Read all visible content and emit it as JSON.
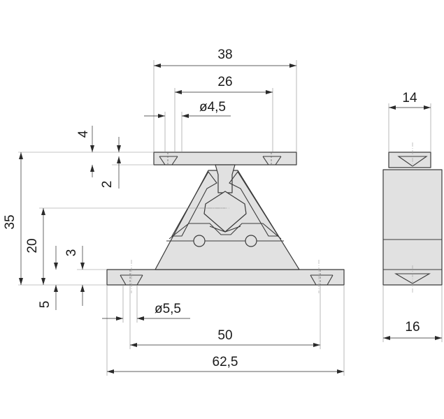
{
  "dimensions": {
    "width_top": "38",
    "hole_spacing_top": "26",
    "hole_dia_top": "ø4,5",
    "flange_top_thickness": "4",
    "countersink_depth": "2",
    "total_height": "35",
    "center_height": "20",
    "base_thickness": "3",
    "base_offset": "5",
    "hole_dia_base": "ø5,5",
    "hole_spacing_base": "50",
    "width_base": "62,5",
    "side_width_top": "14",
    "side_width_base": "16"
  }
}
